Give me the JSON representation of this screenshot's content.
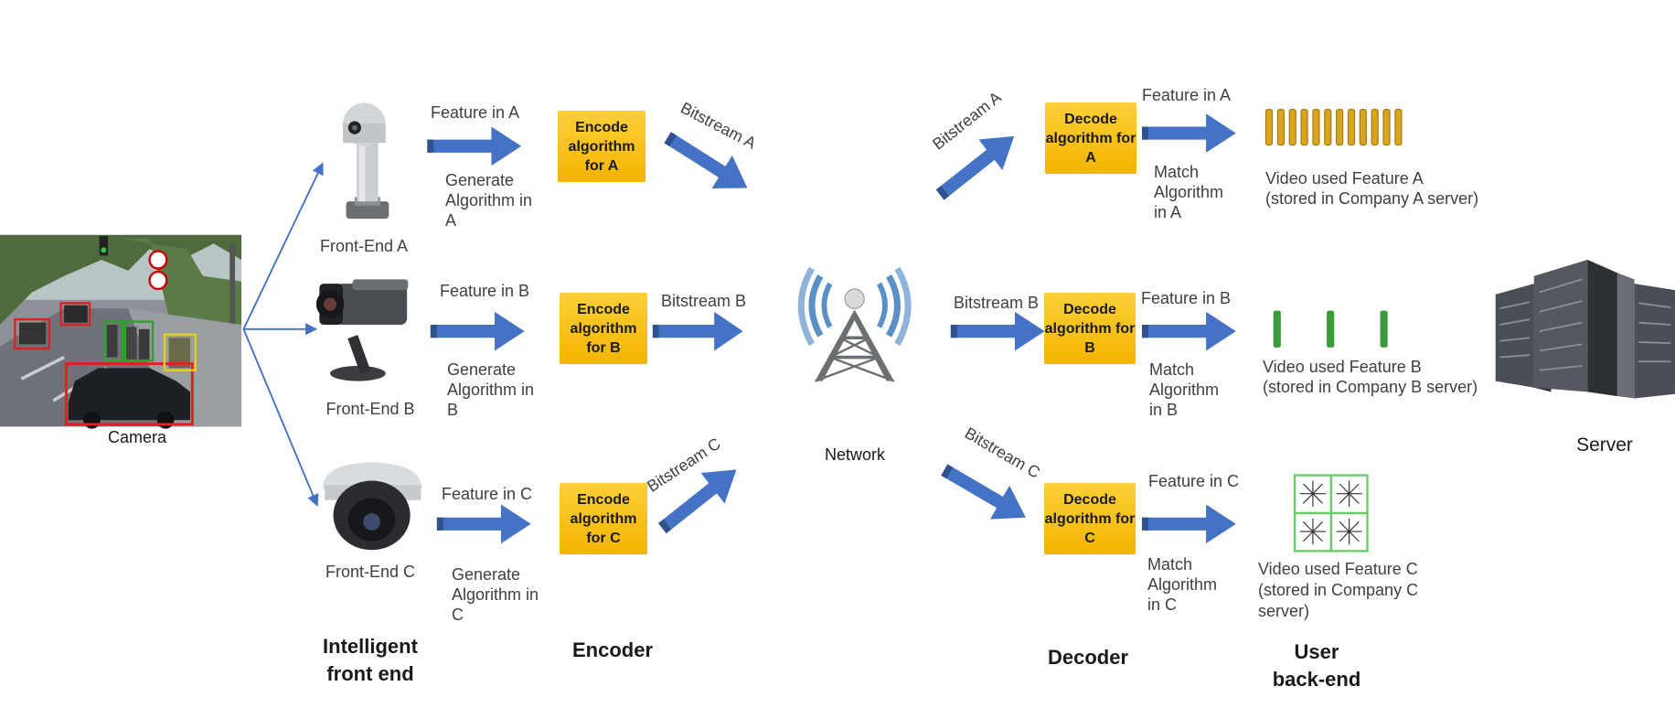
{
  "camera": {
    "label": "Camera"
  },
  "front_ends": [
    {
      "label": "Front-End A",
      "feature": "Feature in A",
      "generate": "Generate Algorithm in A",
      "encoder": "Encode algorithm for A",
      "bitstream": "Bitstream A"
    },
    {
      "label": "Front-End B",
      "feature": "Feature in B",
      "generate": "Generate Algorithm in B",
      "encoder": "Encode algorithm for B",
      "bitstream": "Bitstream B"
    },
    {
      "label": "Front-End C",
      "feature": "Feature in C",
      "generate": "Generate Algorithm in C",
      "encoder": "Encode algorithm for C",
      "bitstream": "Bitstream C"
    }
  ],
  "network": {
    "label": "Network"
  },
  "decoders": [
    {
      "bitstream": "Bitstream A",
      "decoder": "Decode algorithm for A",
      "feature": "Feature in A",
      "match": "Match Algorithm in A",
      "video_line1": "Video used Feature A",
      "video_line2": "(stored in Company A server)"
    },
    {
      "bitstream": "Bitstream B",
      "decoder": "Decode algorithm for B",
      "feature": "Feature in B",
      "match": "Match Algorithm in B",
      "video_line1": "Video used Feature B",
      "video_line2": "(stored in Company B server)"
    },
    {
      "bitstream": "Bitstream C",
      "decoder": "Decode algorithm for C",
      "feature": "Feature in C",
      "match": "Match Algorithm in C",
      "video_line1": "Video used Feature C",
      "video_line2": "(stored in Company C",
      "video_line3": "server)"
    }
  ],
  "server": {
    "label": "Server"
  },
  "sections": {
    "front_end_line1": "Intelligent",
    "front_end_line2": "front end",
    "encoder": "Encoder",
    "decoder": "Decoder",
    "user_line1": "User",
    "user_line2": "back-end"
  },
  "colors": {
    "arrow": "#4472c4",
    "arrow_dark": "#2f528f",
    "box": "#f4b400",
    "bar_a": "#d9a520",
    "bar_b": "#3a9b3a",
    "grid_c": "#66cc66"
  },
  "icons": {
    "camera_image": "street-scene-image",
    "front_end_a": "ptz-camera-icon",
    "front_end_b": "bullet-camera-icon",
    "front_end_c": "dome-camera-icon",
    "network": "antenna-tower-icon",
    "server": "server-rack-icon"
  }
}
